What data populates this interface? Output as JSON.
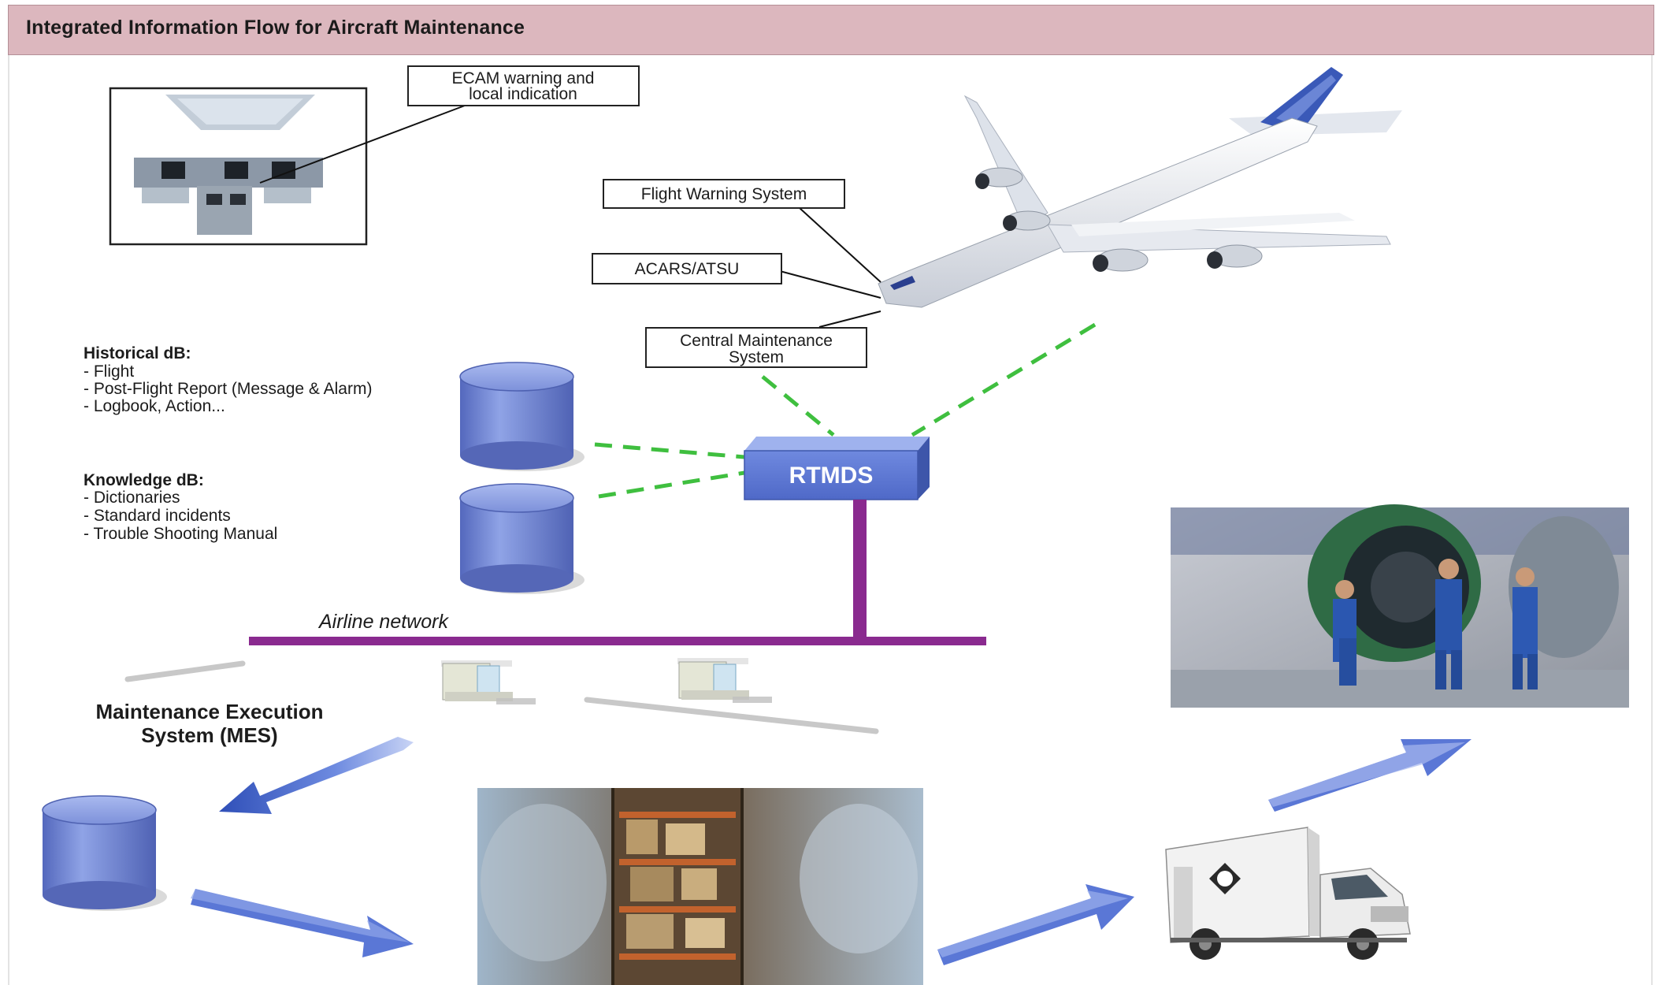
{
  "title": "Integrated Information Flow for Aircraft Maintenance",
  "labels": {
    "ecam_line1": "ECAM warning and",
    "ecam_line2": "local indication",
    "flight_warning": "Flight Warning System",
    "acars": "ACARS/ATSU",
    "cms_line1": "Central Maintenance",
    "cms_line2": "System",
    "rtmds": "RTMDS",
    "airline_network": "Airline network",
    "mes_line1": "Maintenance Execution",
    "mes_line2": "System (MES)"
  },
  "historical_db": {
    "heading": "Historical dB:",
    "items": [
      "- Flight",
      "- Post-Flight Report (Message & Alarm)",
      "- Logbook, Action..."
    ]
  },
  "knowledge_db": {
    "heading": "Knowledge dB:",
    "items": [
      "- Dictionaries",
      "- Standard incidents",
      "- Trouble Shooting Manual"
    ]
  },
  "icons": {
    "cockpit": "cockpit-image",
    "aircraft": "aircraft-image",
    "database": "database-icon",
    "server": "server-box",
    "workstation": "workstation-icon",
    "engine_repair": "engine-repair-photo",
    "warehouse": "warehouse-photo",
    "truck": "delivery-truck-image",
    "arrow": "flow-arrow"
  },
  "colors": {
    "title_bg": "#dcb7be",
    "db_blue": "#7086d4",
    "network_purple": "#8a2a8f",
    "link_green": "#3fbf3f",
    "arrow_blue": "#4e6fcf"
  }
}
